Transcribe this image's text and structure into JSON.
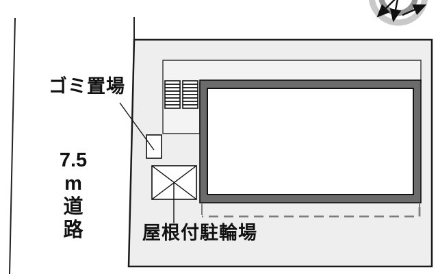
{
  "plan": {
    "title": "site-plan-drawing",
    "labels": {
      "garbage": "ゴミ置場",
      "road_lines": [
        "7.5",
        "m",
        "道",
        "路"
      ],
      "bicycle": "屋根付駐輪場"
    },
    "icons": {
      "compass": "compass-north-icon",
      "stairs": "stair-hatch-icon",
      "bicycle_parking": "crossed-box-icon"
    },
    "colors": {
      "site_fill": "#eeeeee",
      "inner_fill": "#f3f3f3",
      "building_gray": "#6b6b6b",
      "line_dark": "#1a1a1a",
      "dashed_gray": "#7d7d7d",
      "compass_outer": "#c9c9c9",
      "compass_inner": "#949494",
      "label_color": "#111111"
    }
  }
}
